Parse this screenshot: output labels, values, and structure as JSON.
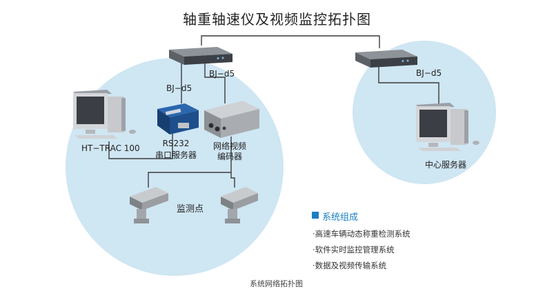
{
  "title": "轴重轴速仪及视频监控拓扑图",
  "left_group": {
    "server_link": "BJ−d5",
    "encoder_link": "BJ−d5",
    "pc_label": "HT−TRAC  100",
    "rs232_label": "RS232",
    "rs232_sub": "串口服务器",
    "encoder_label": "网络视频",
    "encoder_sub": "编码器",
    "monitor_label": "监测点"
  },
  "right_group": {
    "server_link": "BJ−d5",
    "center_label": "中心服务器"
  },
  "legend": {
    "heading": "系统组成",
    "items": [
      "·高速车辆动态称重检测系统",
      "·软件实时监控管理系统",
      "·数据及视频传输系统"
    ]
  },
  "caption": "系统网络拓扑图",
  "colors": {
    "circle_fill": "#cfe6f3",
    "accent": "#1a7fc4",
    "device_dark": "#2b2f36",
    "rs232_blue": "#1f5fa8"
  }
}
